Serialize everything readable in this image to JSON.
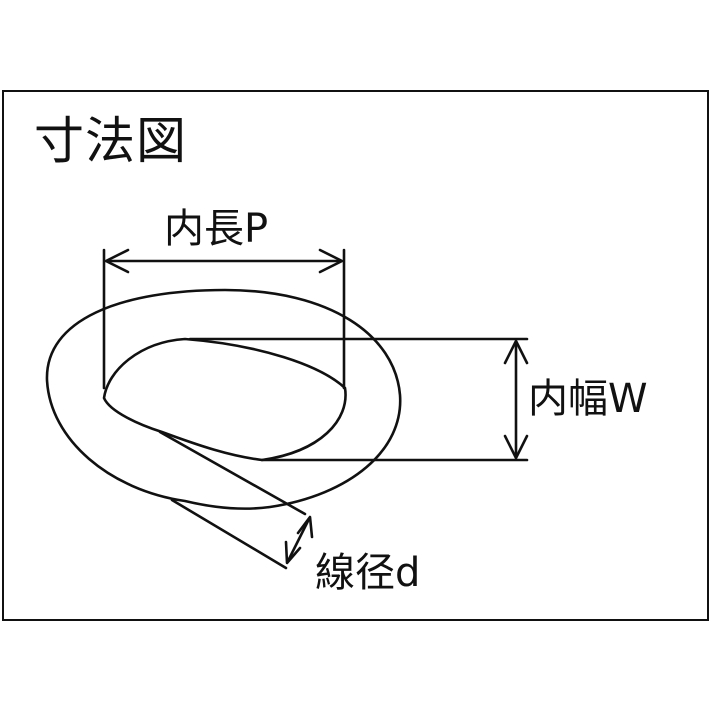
{
  "diagram": {
    "title": "寸法図",
    "labels": {
      "inner_length": "内長P",
      "inner_width": "内幅W",
      "wire_diameter": "線径d"
    },
    "colors": {
      "line": "#111111",
      "background": "#ffffff"
    }
  }
}
